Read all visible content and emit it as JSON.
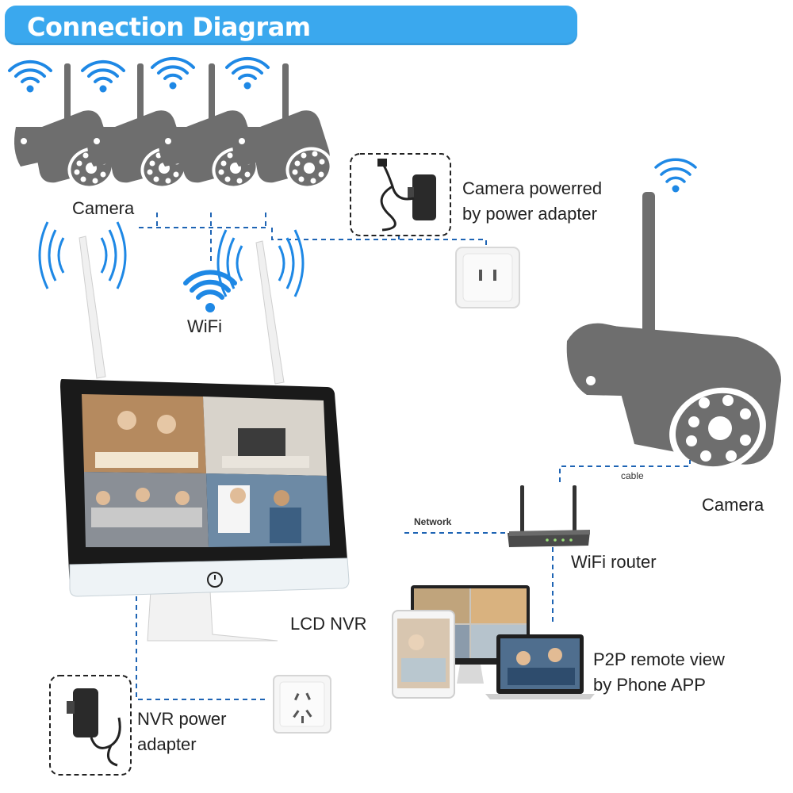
{
  "title": "Connection Diagram",
  "labels": {
    "camera_group": "Camera",
    "camera_power_line1": "Camera powerred",
    "camera_power_line2": "by power adapter",
    "wifi": "WiFi",
    "camera_single": "Camera",
    "cable": "cable",
    "network": "Network",
    "wifi_router": "WiFi router",
    "lcd_nvr": "LCD NVR",
    "p2p_line1": "P2P remote view",
    "p2p_line2": "by Phone APP",
    "nvr_power_line1": "NVR power",
    "nvr_power_line2": "adapter"
  },
  "colors": {
    "title_bar": "#3aa8ee",
    "wifi_signal": "#1e88e5",
    "camera_body": "#6e6e6e",
    "dashed_line": "#1e64b4"
  },
  "icons": [
    "wifi-icon",
    "camera-icon",
    "power-adapter-icon",
    "power-outlet-icon",
    "nvr-monitor-icon",
    "router-icon",
    "tablet-icon",
    "desktop-icon",
    "laptop-icon"
  ]
}
